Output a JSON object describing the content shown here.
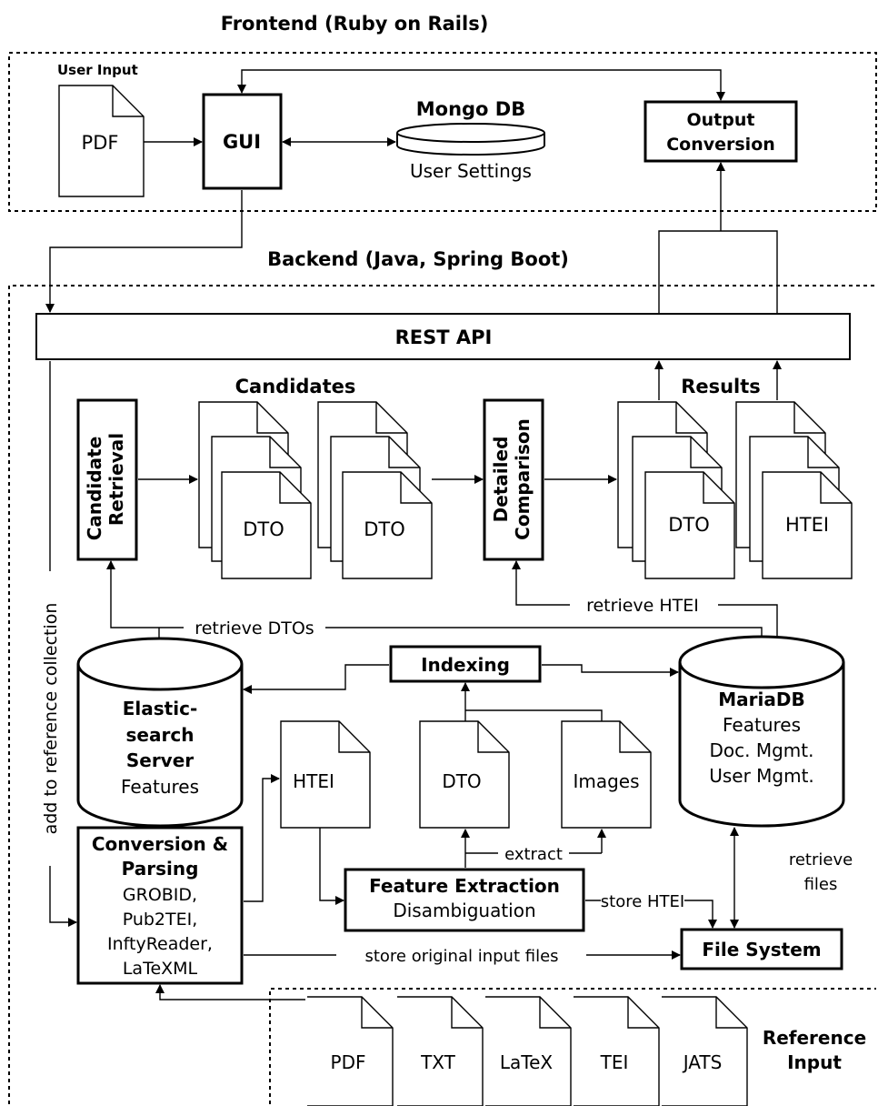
{
  "frontend": {
    "title": "Frontend (Ruby on Rails)",
    "user_input": "User Input",
    "pdf": "PDF",
    "gui": "GUI",
    "mongodb": "Mongo DB",
    "user_settings": "User Settings",
    "output_line1": "Output",
    "output_line2": "Conversion"
  },
  "backend": {
    "title": "Backend (Java, Spring Boot)",
    "rest_api": "REST API",
    "candidates": "Candidates",
    "results": "Results",
    "candidate_retrieval_line1": "Candidate",
    "candidate_retrieval_line2": "Retrieval",
    "detailed_line1": "Detailed",
    "detailed_line2": "Comparison",
    "dto": "DTO",
    "htei": "HTEI",
    "images": "Images",
    "retrieve_htei": "retrieve HTEI",
    "retrieve_dtos": "retrieve DTOs",
    "indexing": "Indexing",
    "es_line1": "Elastic-",
    "es_line2": "search",
    "es_line3": "Server",
    "es_line4": "Features",
    "maria_line1": "MariaDB",
    "maria_line2": "Features",
    "maria_line3": "Doc. Mgmt.",
    "maria_line4": "User Mgmt.",
    "add_to_reference": "add to reference collection",
    "conv_line1": "Conversion &",
    "conv_line2": "Parsing",
    "conv_line3": "GROBID,",
    "conv_line4": "Pub2TEI,",
    "conv_line5": "InftyReader,",
    "conv_line6": "LaTeXML",
    "extract": "extract",
    "feat_line1": "Feature Extraction",
    "feat_line2": "Disambiguation",
    "store_htei": "store HTEI",
    "retrieve_files_line1": "retrieve",
    "retrieve_files_line2": "files",
    "file_system": "File System",
    "store_original": "store original input files",
    "ref_line1": "Reference",
    "ref_line2": "Input",
    "ref_docs": [
      "PDF",
      "TXT",
      "LaTeX",
      "TEI",
      "JATS"
    ]
  }
}
